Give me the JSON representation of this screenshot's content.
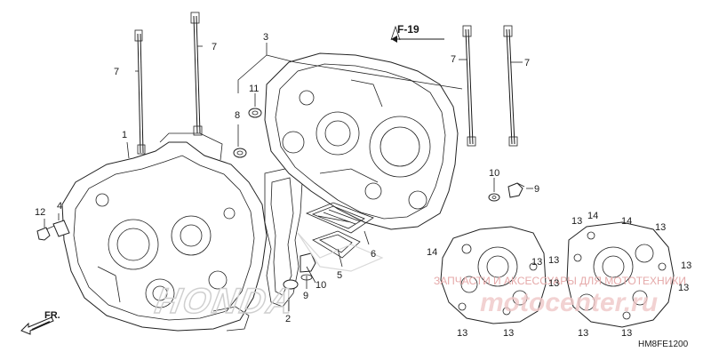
{
  "diagram": {
    "reference": "F-19",
    "code": "HM8FE1200",
    "front_label": "FR.",
    "brand_mark": "HONDA",
    "watermark_lines": [
      "ЗАПЧАСТИ И АКСЕССУАРЫ ДЛЯ МОТОТЕХНИКИ",
      "motocenter.ru"
    ],
    "callouts": [
      {
        "id": "c1",
        "label": "1"
      },
      {
        "id": "c2",
        "label": "2"
      },
      {
        "id": "c3",
        "label": "3"
      },
      {
        "id": "c4",
        "label": "4"
      },
      {
        "id": "c5",
        "label": "5"
      },
      {
        "id": "c6",
        "label": "6"
      },
      {
        "id": "c7a",
        "label": "7"
      },
      {
        "id": "c7b",
        "label": "7"
      },
      {
        "id": "c7c",
        "label": "7"
      },
      {
        "id": "c7d",
        "label": "7"
      },
      {
        "id": "c8",
        "label": "8"
      },
      {
        "id": "c9a",
        "label": "9"
      },
      {
        "id": "c9b",
        "label": "9"
      },
      {
        "id": "c10a",
        "label": "10"
      },
      {
        "id": "c10b",
        "label": "10"
      },
      {
        "id": "c11",
        "label": "11"
      },
      {
        "id": "c12",
        "label": "12"
      },
      {
        "id": "c13a",
        "label": "13"
      },
      {
        "id": "c13b",
        "label": "13"
      },
      {
        "id": "c13c",
        "label": "13"
      },
      {
        "id": "c13d",
        "label": "13"
      },
      {
        "id": "c13e",
        "label": "13"
      },
      {
        "id": "c13f",
        "label": "13"
      },
      {
        "id": "c13g",
        "label": "13"
      },
      {
        "id": "c13h",
        "label": "13"
      },
      {
        "id": "c13i",
        "label": "13"
      },
      {
        "id": "c13j",
        "label": "13"
      },
      {
        "id": "c13k",
        "label": "13"
      },
      {
        "id": "c14a",
        "label": "14"
      },
      {
        "id": "c14b",
        "label": "14"
      },
      {
        "id": "c14c",
        "label": "14"
      }
    ]
  }
}
